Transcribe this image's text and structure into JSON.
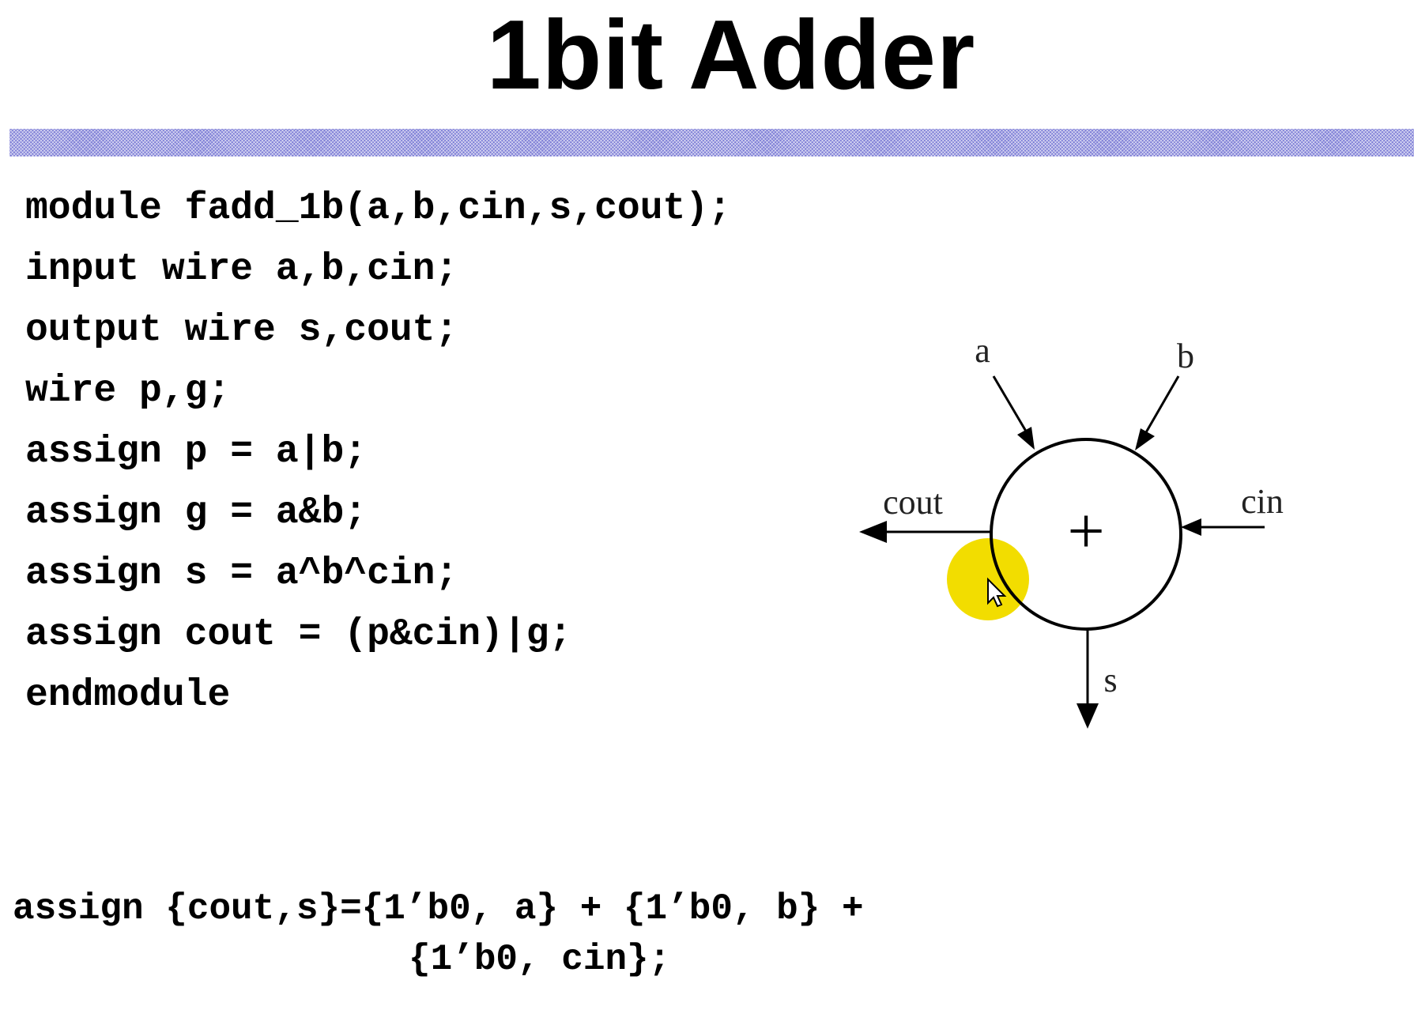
{
  "title": "1bit Adder",
  "code": {
    "lines": [
      "module fadd_1b(a,b,cin,s,cout);",
      "input wire a,b,cin;",
      "output wire s,cout;",
      "wire p,g;",
      "assign p = a|b;",
      "assign g = a&b;",
      "assign s = a^b^cin;",
      "assign cout = (p&cin)|g;",
      "endmodule"
    ]
  },
  "alt_assign": {
    "line1": "assign {cout,s}={1’b0, a} + {1’b0, b} +",
    "line2": "{1’b0, cin};"
  },
  "diagram": {
    "operator": "+",
    "inputs": {
      "a": "a",
      "b": "b",
      "cin": "cin"
    },
    "outputs": {
      "cout": "cout",
      "s": "s"
    }
  },
  "colors": {
    "rule": "#7f7fd6",
    "cursor_highlight": "#f2dd00"
  },
  "icons": {
    "cursor": "mouse-pointer-icon"
  }
}
